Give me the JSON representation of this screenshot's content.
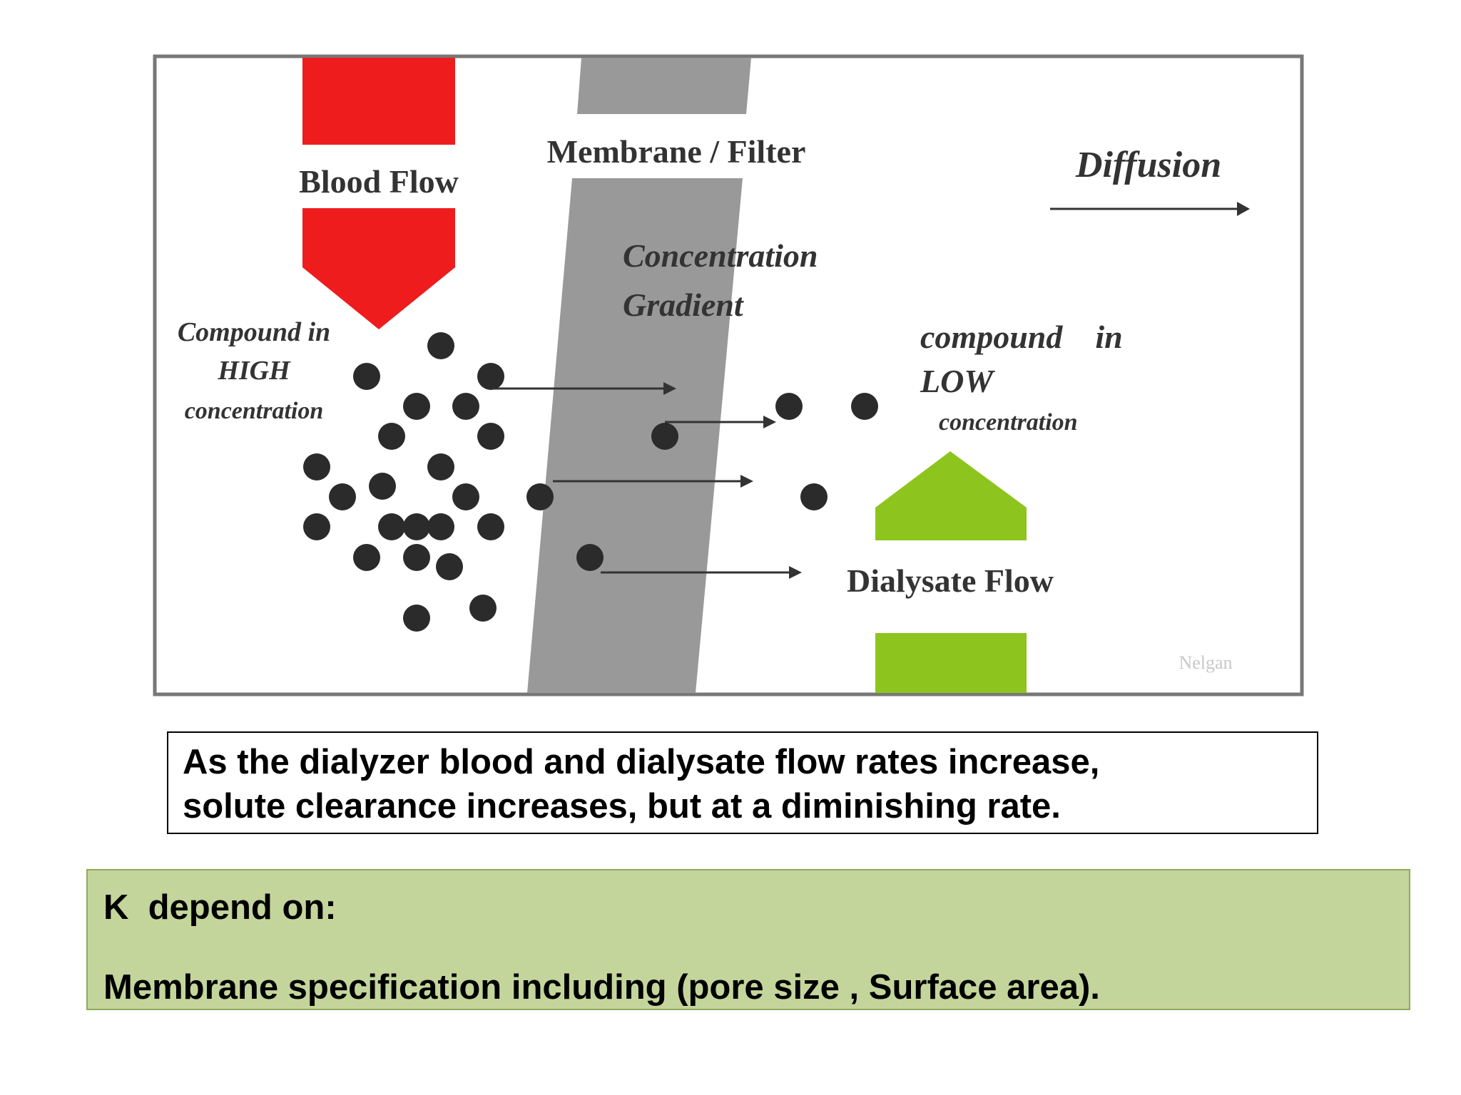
{
  "diagram": {
    "blood_flow_label": "Blood Flow",
    "membrane_label": "Membrane / Filter",
    "diffusion_label": "Diffusion",
    "gradient_label_line1": "Concentration",
    "gradient_label_line2": "Gradient",
    "high_label_line1": "Compound in",
    "high_label_line2": "HIGH",
    "high_label_line3": "concentration",
    "low_label_line1": "compound    in",
    "low_label_line2": "LOW",
    "low_label_line3": "concentration",
    "dialysate_label": "Dialysate Flow",
    "watermark": "Nelgan",
    "colors": {
      "blood": "#ee1c1c",
      "dialysate": "#8dc51e",
      "membrane": "#999999",
      "particle": "#2b2b2b"
    }
  },
  "caption": {
    "line1": "As the dialyzer blood and dialysate flow rates increase,",
    "line2": "solute clearance increases, but at a diminishing rate."
  },
  "info": {
    "heading": "K  depend on:",
    "body": "Membrane specification including (pore size , Surface area)."
  }
}
